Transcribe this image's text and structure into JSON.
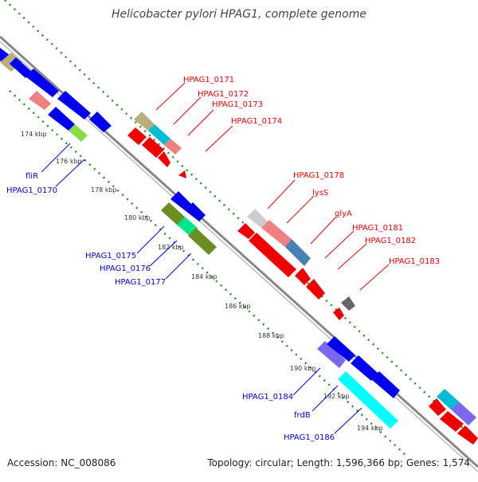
{
  "title": "Helicobacter pylori HPAG1, complete genome",
  "footer": {
    "accession": "Accession: NC_008086",
    "summary": "Topology: circular; Length: 1,596,366 bp; Genes: 1,574"
  },
  "colors": {
    "forward": "#0000ee",
    "reverse": "#ee0000",
    "backbone": "#888888",
    "ticks": "#2a8a2a"
  },
  "ticks": [
    "174 kbp",
    "176 kbp",
    "178 kbp",
    "180 kbp",
    "182 kbp",
    "184 kbp",
    "186 kbp",
    "188 kbp",
    "190 kbp",
    "192 kbp",
    "194 kbp"
  ],
  "labels": {
    "forward": [
      "fliR",
      "HPAG1_0170",
      "HPAG1_0175",
      "HPAG1_0176",
      "HPAG1_0177",
      "HPAG1_0184",
      "frdB",
      "HPAG1_0186"
    ],
    "reverse": [
      "HPAG1_0171",
      "HPAG1_0172",
      "HPAG1_0173",
      "HPAG1_0174",
      "HPAG1_0178",
      "lysS",
      "glyA",
      "HPAG1_0181",
      "HPAG1_0182",
      "HPAG1_0183"
    ]
  }
}
